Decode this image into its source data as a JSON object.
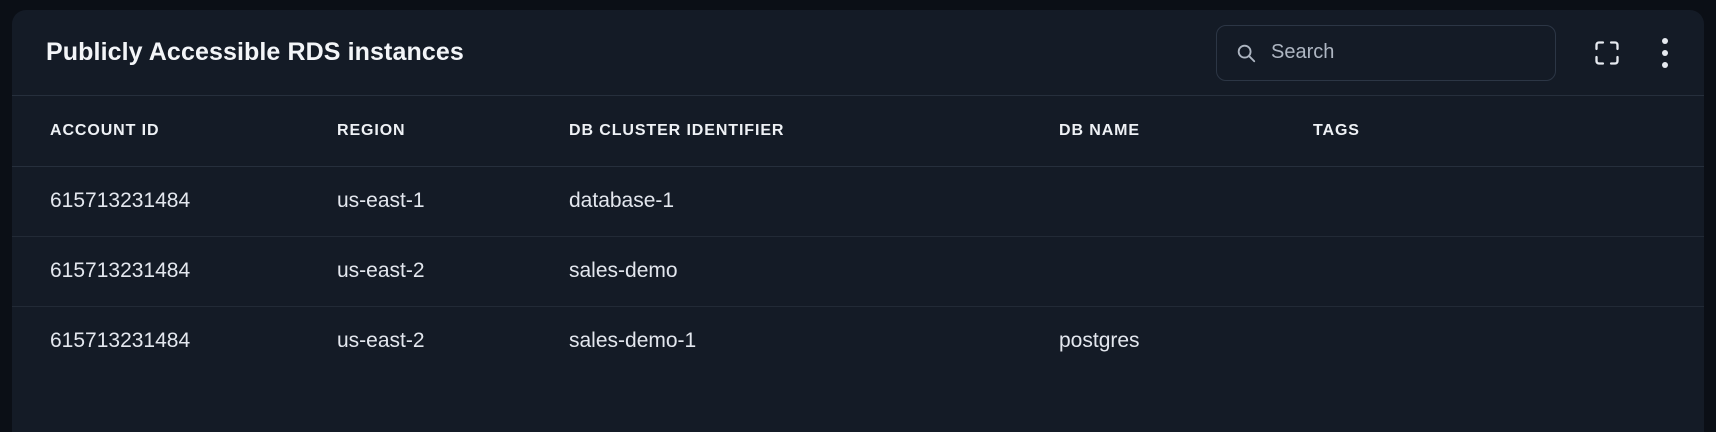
{
  "panel": {
    "title": "Publicly Accessible RDS instances",
    "search": {
      "placeholder": "Search",
      "value": "",
      "icon": "search-icon"
    },
    "actions": [
      {
        "name": "expand-icon",
        "label": "Expand"
      },
      {
        "name": "kebab-menu-icon",
        "label": "More options"
      }
    ]
  },
  "table": {
    "columns": [
      "ACCOUNT ID",
      "REGION",
      "DB CLUSTER IDENTIFIER",
      "DB NAME",
      "TAGS"
    ],
    "rows": [
      {
        "account_id": "615713231484",
        "region": "us-east-1",
        "db_cluster_identifier": "database-1",
        "db_name": "",
        "tags": ""
      },
      {
        "account_id": "615713231484",
        "region": "us-east-2",
        "db_cluster_identifier": "sales-demo",
        "db_name": "",
        "tags": ""
      },
      {
        "account_id": "615713231484",
        "region": "us-east-2",
        "db_cluster_identifier": "sales-demo-1",
        "db_name": "postgres",
        "tags": ""
      }
    ]
  },
  "colors": {
    "page_background": "#0b0f16",
    "panel_background": "#141b26",
    "divider": "#262f3c",
    "text_primary": "#eef1f5",
    "text_secondary": "#aeb6c2"
  }
}
